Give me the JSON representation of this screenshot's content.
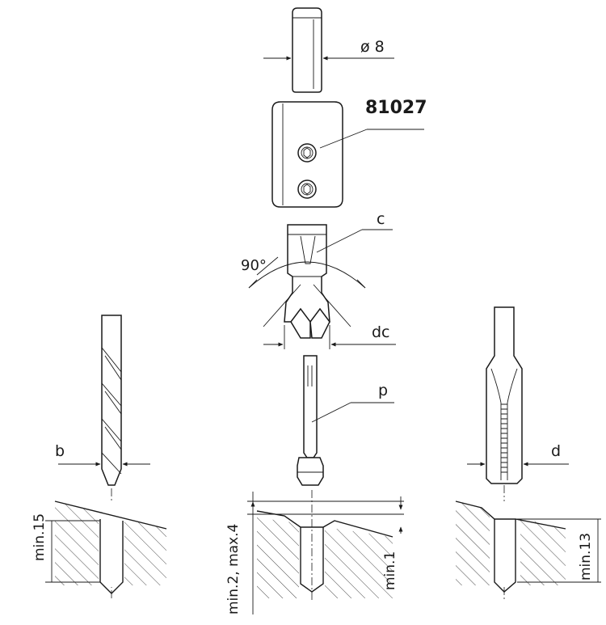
{
  "labels": {
    "shank_diameter": "ø 8",
    "part_number": "81027",
    "c": "c",
    "angle": "90°",
    "dc": "dc",
    "p": "p",
    "b": "b",
    "d": "d",
    "min15": "min.15",
    "min2max4": "min.2, max.4",
    "min1": "min.1",
    "min13": "min.13"
  }
}
